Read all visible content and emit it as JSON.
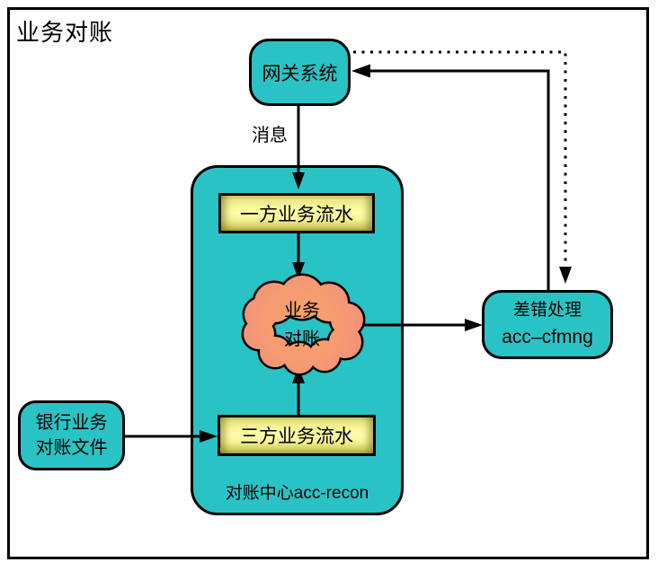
{
  "title": "业务对账",
  "nodes": {
    "gateway": {
      "label": "网关系统"
    },
    "first_party_flow": {
      "label": "一方业务流水"
    },
    "third_party_flow": {
      "label": "三方业务流水"
    },
    "cloud": {
      "line1": "业务",
      "line2": "对账"
    },
    "recon_center": {
      "label": "对账中心acc-recon"
    },
    "bank_file": {
      "line1": "银行业务",
      "line2": "对账文件"
    },
    "error_handling": {
      "line1": "差错处理",
      "line2": "acc–cfmng"
    }
  },
  "edges": {
    "message_label": "消息"
  },
  "colors": {
    "node_fill": "#2AC3C5",
    "outline": "#000000",
    "cloud_center": "#F8A468",
    "cloud_edge": "#F18E80",
    "bevel_light": "#FDFCAA",
    "bevel_dark": "#ABA63E"
  }
}
